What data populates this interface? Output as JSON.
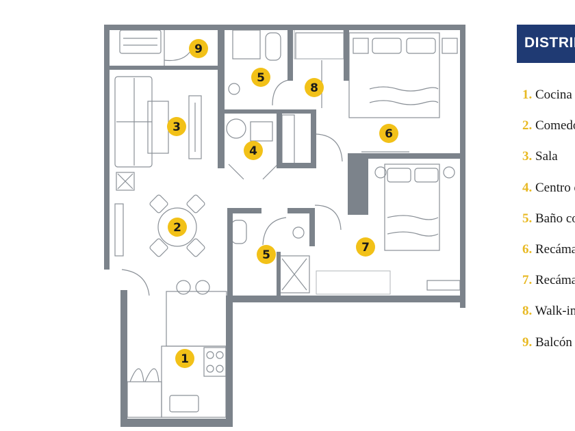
{
  "legend": {
    "title": "DISTRIBUCIÓN",
    "items": [
      {
        "number": "1.",
        "label": "Cocina"
      },
      {
        "number": "2.",
        "label": "Comedor"
      },
      {
        "number": "3.",
        "label": "Sala"
      },
      {
        "number": "4.",
        "label": "Centro de lavado"
      },
      {
        "number": "5.",
        "label": "Baño completo"
      },
      {
        "number": "6.",
        "label": "Recámara principal"
      },
      {
        "number": "7.",
        "label": "Recámara secundaria"
      },
      {
        "number": "8.",
        "label": "Walk-in closet"
      },
      {
        "number": "9.",
        "label": "Balcón"
      }
    ]
  },
  "markers": {
    "m1": "1",
    "m2": "2",
    "m3": "3",
    "m4": "4",
    "m5a": "5",
    "m5b": "5",
    "m6": "6",
    "m7": "7",
    "m8": "8",
    "m9": "9"
  },
  "colors": {
    "wall": "#7c838b",
    "marker": "#f2c118",
    "legend_header_bg": "#1f3a73",
    "legend_number": "#e8b923"
  }
}
